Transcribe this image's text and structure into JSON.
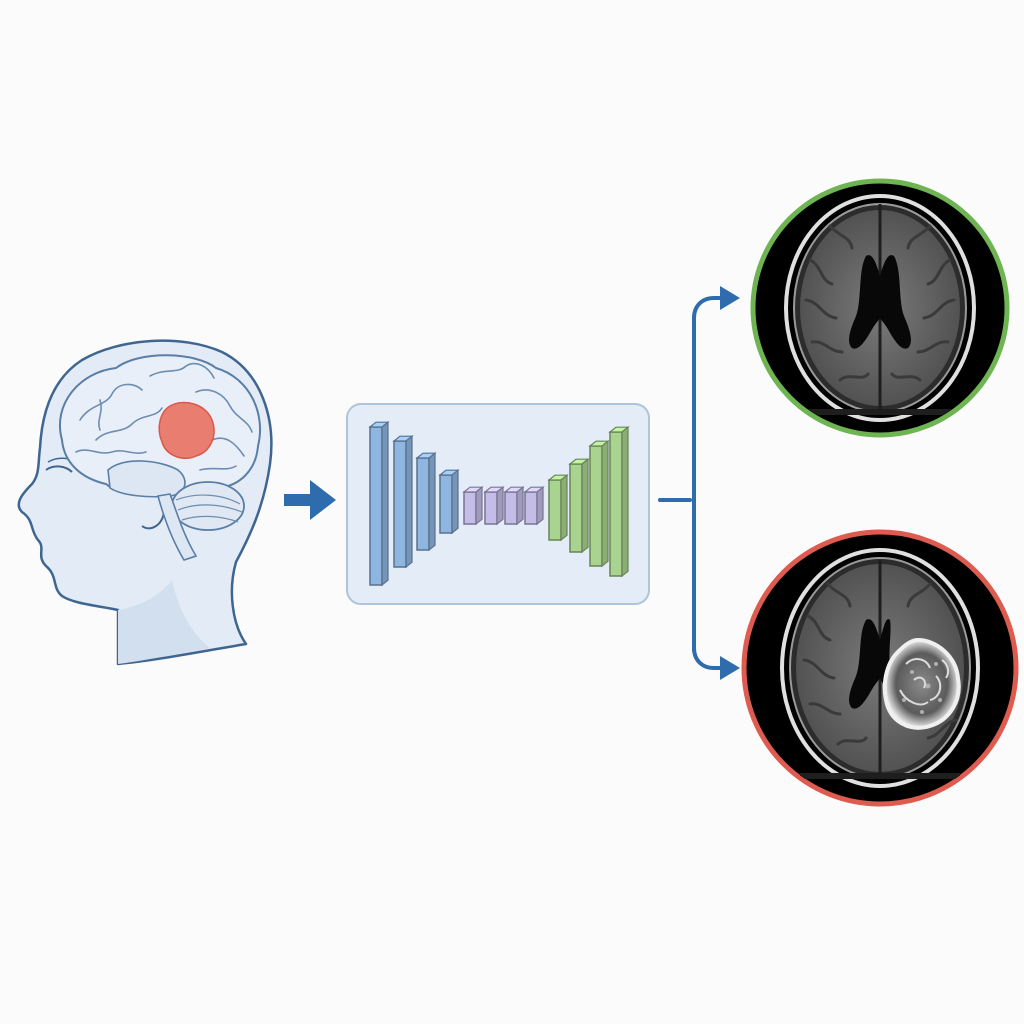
{
  "diagram": {
    "nodes": [
      {
        "id": "head",
        "icon": "head-brain-tumor-icon"
      },
      {
        "id": "network",
        "icon": "encoder-decoder-network-icon"
      },
      {
        "id": "scan-healthy",
        "icon": "mri-healthy-brain-icon"
      },
      {
        "id": "scan-tumor",
        "icon": "mri-tumor-brain-icon"
      }
    ],
    "edges": [
      {
        "from": "head",
        "to": "network"
      },
      {
        "from": "network",
        "to": "scan-healthy"
      },
      {
        "from": "network",
        "to": "scan-tumor"
      }
    ],
    "network": {
      "encoder_blocks": 4,
      "bottleneck_blocks": 4,
      "decoder_blocks": 4
    }
  },
  "colors": {
    "arrow": "#2f6cad",
    "head_fill": "#e3ecf6",
    "head_stroke": "#3e6691",
    "tumor": "#e9705f",
    "network_panel": "#e4edf7",
    "encoder": "#8fb6e0",
    "bottleneck": "#c3bde8",
    "decoder": "#a9d48f",
    "healthy_ring": "#6fb453",
    "tumor_ring": "#dd5b4f"
  }
}
